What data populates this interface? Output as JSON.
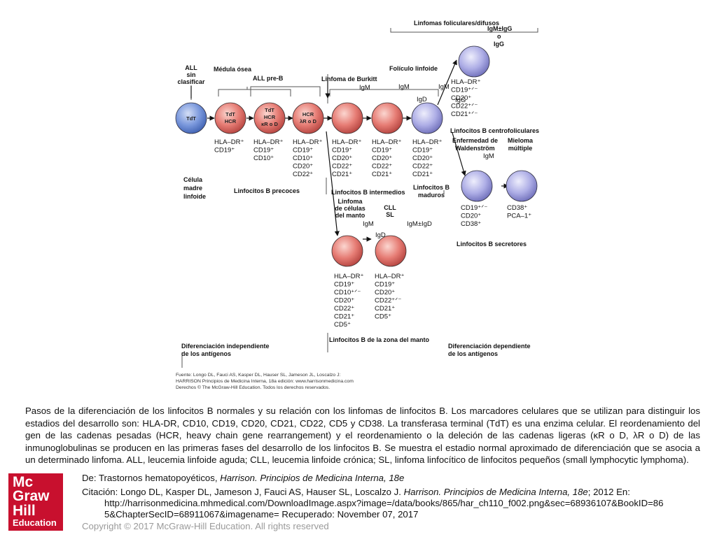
{
  "figure": {
    "top_labels": {
      "linfomas_foliculares": "Linfomas foliculares/difusos",
      "igm_igg_1": "IgM±IgG",
      "igm_igg_2": "o",
      "igm_igg_3": "IgG",
      "all_sin_1": "ALL",
      "all_sin_2": "sin",
      "all_sin_3": "clasificar",
      "medula_osea": "Médula ósea",
      "all_preb": "ALL pre-B",
      "linfoma_burkitt": "Linfoma de Burkitt",
      "foliculo_linfoide": "Folículo linfoide"
    },
    "cells": {
      "c1": "TdT",
      "c2_1": "TdT",
      "c2_2": "HCR",
      "c3_1": "TdT",
      "c3_2": "HCR",
      "c3_3": "κR o D",
      "c4_1": "HCR",
      "c4_2": "λR o D"
    },
    "ig_labels": {
      "burkitt_igm": "IgM",
      "c6_igm": "IgM",
      "c6_igd": "IgD",
      "c7_igm": "IgM",
      "c7_igg": "IgG",
      "mantle_igm": "IgM",
      "mantle_igd": "IgD",
      "cll_igm_igd": "IgM±IgD",
      "cll_1": "CLL",
      "cll_2": "SL",
      "wald_igm": "IgM"
    },
    "markers": {
      "col1": [
        "HLA–DR⁺",
        "CD19⁺"
      ],
      "col3": [
        "HLA–DR⁺",
        "CD19⁺",
        "CD10⁺"
      ],
      "col4": [
        "HLA–DR⁺",
        "CD19⁺",
        "CD10⁺",
        "CD20⁺",
        "CD22⁺"
      ],
      "col5": [
        "HLA–DR⁺",
        "CD19⁺",
        "CD20⁺",
        "CD22⁺",
        "CD21⁺"
      ],
      "col6": [
        "HLA–DR⁺",
        "CD19⁺",
        "CD20⁺",
        "CD22⁺",
        "CD21⁺"
      ],
      "col7": [
        "HLA–DR⁺",
        "CD19⁺",
        "CD20⁺",
        "CD22⁺",
        "CD21⁺"
      ],
      "centro": [
        "HLA–DR⁺",
        "CD19⁺ᐟ⁻",
        "CD20⁺",
        "CD22⁺ᐟ⁻",
        "CD21⁺ᐟ⁻"
      ],
      "secretor1": [
        "CD19⁺ᐟ⁻",
        "CD20⁺",
        "CD38⁺"
      ],
      "secretor2": [
        "CD38⁺",
        "PCA–1⁺"
      ],
      "mantle1": [
        "HLA–DR⁺",
        "CD19⁺",
        "CD10⁺ᐟ⁻",
        "CD20⁺",
        "CD22⁺",
        "CD21⁺",
        "CD5⁺"
      ],
      "mantle2": [
        "HLA–DR⁺",
        "CD19⁺",
        "CD20⁺",
        "CD22⁺ᐟ⁻",
        "CD21⁺",
        "CD5⁺"
      ]
    },
    "region_labels": {
      "centrofoliculares": "Linfocitos B centrofoliculares",
      "waldenstrom_1": "Enfermedad de",
      "waldenstrom_2": "Waldenström",
      "mieloma_1": "Mieloma",
      "mieloma_2": "múltiple",
      "celula_madre_1": "Célula",
      "celula_madre_2": "madre",
      "celula_madre_3": "linfoide",
      "precoces": "Linfocitos B precoces",
      "intermedios": "Linfocitos B intermedios",
      "maduros_1": "Linfocitos B",
      "maduros_2": "maduros",
      "manto_1": "Linfoma",
      "manto_2": "de células",
      "manto_3": "del manto",
      "secretores": "Linfocitos B secretores",
      "zona_manto": "Linfocitos B de la zona del manto",
      "indep_1": "Diferenciación independiente",
      "indep_2": "de los antígenos",
      "dep_1": "Diferenciación dependiente",
      "dep_2": "de los antígenos"
    },
    "source_1": "Fuente: Longo DL, Fauci AS, Kasper DL, Hauser SL, Jameson JL, Loscalzo J:",
    "source_2": "HARRISON Principios de Medicina Interna, 18a edición: www.harrisonmedicina.com",
    "source_3": "Derechos © The McGraw-Hill Education. Todos los derechos reservados."
  },
  "caption": "Pasos de la diferenciación de los linfocitos B normales y su relación con los linfomas de linfocitos B. Los marcadores celulares que se utilizan para distinguir los estadios del desarrollo son: HLA-DR, CD10, CD19, CD20, CD21, CD22, CD5 y CD38. La transferasa terminal (TdT) es una enzima celular. El reordenamiento del gen de las cadenas pesadas (HCR, heavy chain gene rearrangement) y el reordenamiento o la deleción de las cadenas ligeras (κR o D, λR o D) de las inmunoglobulinas se producen en las primeras fases del desarrollo de los linfocitos B. Se muestra el estadio normal aproximado de diferenciación que se asocia a un determinado linfoma. ALL, leucemia linfoide aguda; CLL, leucemia linfoide crónica; SL, linfoma linfocítico de linfocitos pequeños (small lymphocytic lymphoma).",
  "logo": {
    "line1": "Mc",
    "line2": "Graw",
    "line3": "Hill",
    "line4": "Education"
  },
  "from_prefix": "De: Trastornos hematopoyéticos, ",
  "from_title": "Harrison. Principios de Medicina Interna, 18e",
  "citation_prefix": "Citación: Longo DL, Kasper DL, Jameson J, Fauci AS, Hauser SL, Loscalzo J. ",
  "citation_title": "Harrison. Principios de Medicina Interna, 18e",
  "citation_rest": "; 2012 En:",
  "citation_url_1": "http://harrisonmedicina.mhmedical.com/DownloadImage.aspx?image=/data/books/865/har_ch110_f002.png&sec=68936107&BookID=86",
  "citation_url_2": "5&ChapterSecID=68911067&imagename= Recuperado: November 07, 2017",
  "copyright": "Copyright © 2017 McGraw-Hill Education. All rights reserved",
  "colors": {
    "stem": "#6f8fd3",
    "early": "#e77a7a",
    "mature": "#d55d5d",
    "centro": "#a7a7e4",
    "logo": "#c8102e"
  }
}
